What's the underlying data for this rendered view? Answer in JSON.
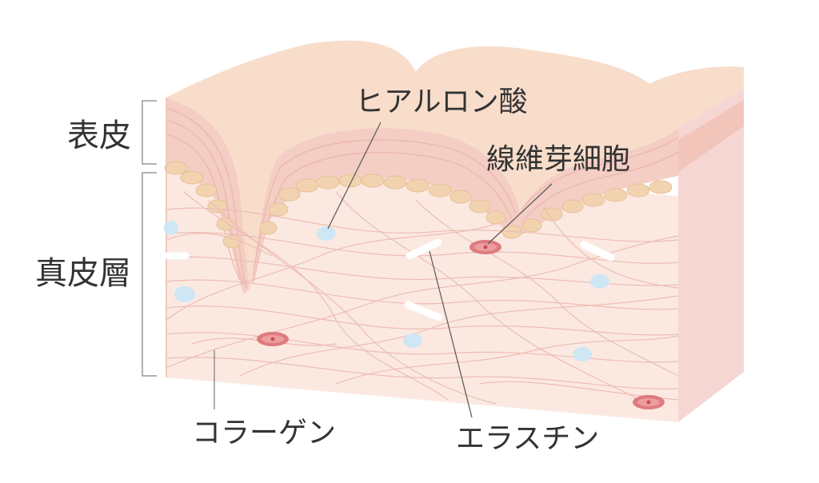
{
  "labels": {
    "epidermis": "表皮",
    "dermis": "真皮層",
    "hyaluronic_acid": "ヒアルロン酸",
    "fibroblast": "線維芽細胞",
    "collagen": "コラーゲン",
    "elastin": "エラスチン"
  },
  "colors": {
    "skin_surface": "#f7dcc9",
    "epidermis_band": "#f3c9bf",
    "dermis": "#fbe9e1",
    "side_face": "#f5cfcc",
    "collagen_fiber": "#e8b3ac",
    "hyaluronic_acid": "#cfe6f5",
    "elastin": "#ffffff",
    "fibroblast": "#de7b7f",
    "text": "#333333"
  }
}
